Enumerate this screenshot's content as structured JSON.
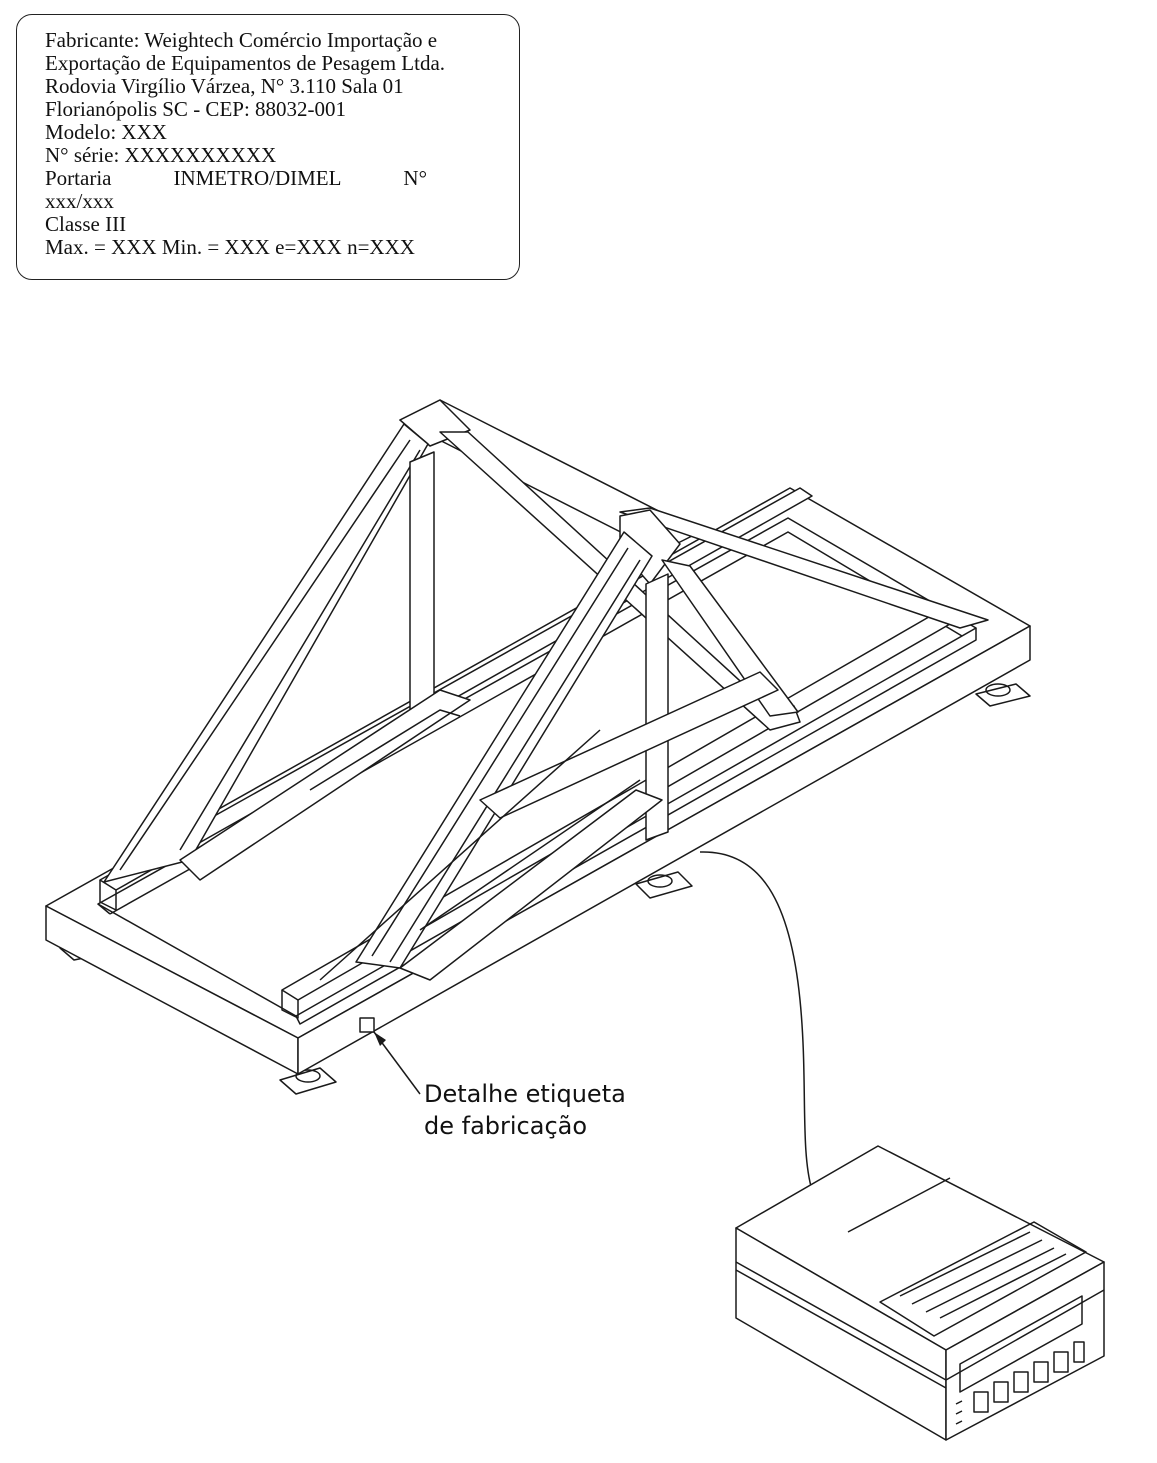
{
  "nameplate": {
    "lines": [
      "Fabricante: Weightech Comércio Importação e",
      "Exportação de Equipamentos de Pesagem Ltda.",
      "Rodovia Virgílio Várzea, N° 3.110 Sala 01",
      "Florianópolis SC - CEP: 88032-001",
      "Modelo: XXX",
      "N° série: XXXXXXXXXX"
    ],
    "portaria": {
      "word": "Portaria",
      "agency": "INMETRO/DIMEL",
      "number_label": "N°"
    },
    "portaria_number": "xxx/xxx",
    "classe": "Classe III",
    "capacity": "Max. = XXX  Min. = XXX  e=XXX  n=XXX"
  },
  "callout": {
    "line1": "Detalhe etiqueta",
    "line2": "de fabricação"
  }
}
